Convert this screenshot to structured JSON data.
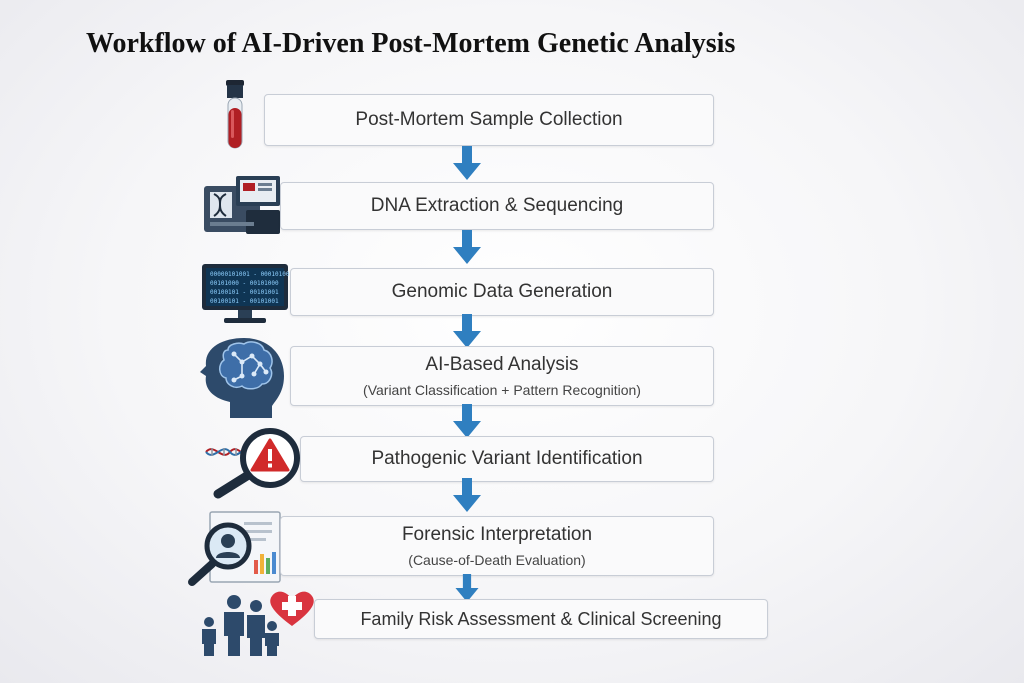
{
  "title": "Workflow of AI-Driven Post-Mortem Genetic Analysis",
  "colors": {
    "arrow": "#2f7fc0",
    "box_border": "#c8cdd6",
    "icon_dark": "#2a3f55",
    "icon_blue": "#2f6fa8",
    "blood_red": "#b01f24",
    "warning_red": "#d12a2a",
    "heart_red": "#d9343f"
  },
  "steps": [
    {
      "label": "Post-Mortem Sample Collection",
      "icon": "blood-tube-icon"
    },
    {
      "label": "DNA Extraction & Sequencing",
      "icon": "sequencer-icon"
    },
    {
      "label": "Genomic Data Generation",
      "icon": "monitor-data-icon",
      "screen_lines": [
        "00000101001 - 00010100",
        "00101000 - 00101000",
        "00100101 - 00101001",
        "00100101 - 00101001"
      ]
    },
    {
      "label": "AI-Based Analysis",
      "sub": "(Variant Classification + Pattern Recognition)",
      "icon": "ai-brain-head-icon"
    },
    {
      "label": "Pathogenic Variant Identification",
      "icon": "dna-magnifier-warning-icon"
    },
    {
      "label": "Forensic Interpretation",
      "sub": "(Cause-of-Death Evaluation)",
      "icon": "forensic-report-magnifier-icon"
    },
    {
      "label": "Family Risk Assessment & Clinical Screening",
      "icon": "family-heart-icon"
    }
  ]
}
